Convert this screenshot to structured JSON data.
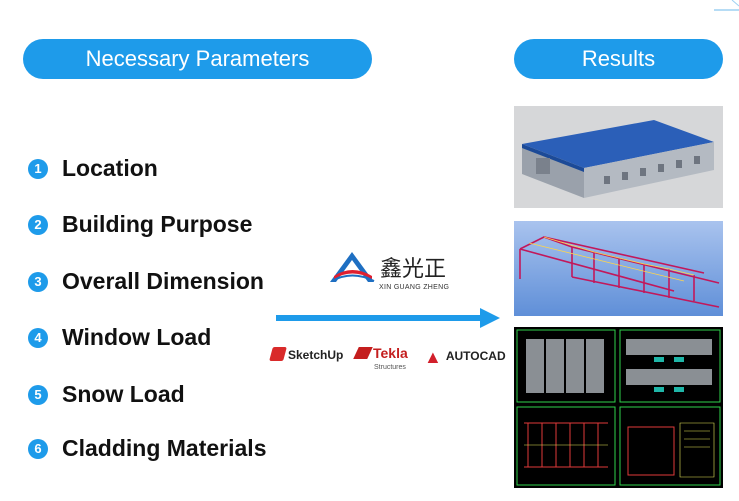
{
  "header": {
    "left_title": "Necessary Parameters",
    "right_title": "Results"
  },
  "parameters": [
    {
      "num": "1",
      "label": "Location"
    },
    {
      "num": "2",
      "label": "Building Purpose"
    },
    {
      "num": "3",
      "label": "Overall Dimension"
    },
    {
      "num": "4",
      "label": "Window Load"
    },
    {
      "num": "5",
      "label": "Snow Load"
    },
    {
      "num": "6",
      "label": "Cladding Materials"
    }
  ],
  "company": {
    "chinese_name": "鑫光正",
    "pinyin": "XIN GUANG ZHENG"
  },
  "software": {
    "sketchup": "SketchUp",
    "tekla": "Tekla",
    "tekla_sub": "Structures",
    "autocad": "AUTOCAD"
  },
  "colors": {
    "accent": "#1e9bea",
    "arrow": "#1e9bea"
  }
}
